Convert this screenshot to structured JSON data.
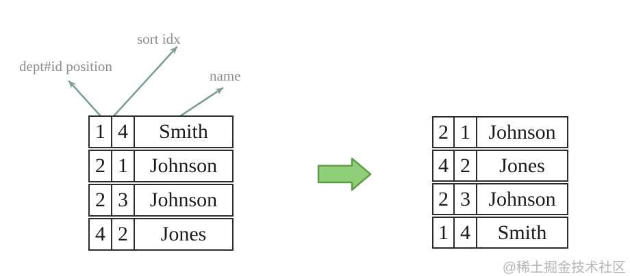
{
  "labels": {
    "dept_position": "dept#id position",
    "sort_idx": "sort idx",
    "name": "name"
  },
  "left_table": {
    "rows": [
      [
        "1",
        "4",
        "Smith"
      ],
      [
        "2",
        "1",
        "Johnson"
      ],
      [
        "2",
        "3",
        "Johnson"
      ],
      [
        "4",
        "2",
        "Jones"
      ]
    ]
  },
  "right_table": {
    "rows": [
      [
        "2",
        "1",
        "Johnson"
      ],
      [
        "4",
        "2",
        "Jones"
      ],
      [
        "2",
        "3",
        "Johnson"
      ],
      [
        "1",
        "4",
        "Smith"
      ]
    ]
  },
  "icons": {
    "transform_arrow": "right-block-arrow",
    "pointer_arrows": "thin-callout-arrow"
  },
  "watermark": "@稀土掘金技术社区",
  "colors": {
    "thin_arrow": "#7d9e93",
    "block_arrow_fill": "#8fcf78",
    "block_arrow_stroke": "#5f9c49",
    "label_text": "#8c8c8c",
    "table_border": "#2b2b2b",
    "table_text": "#1a1a1a",
    "watermark_text": "#b5b5b5",
    "background": "#ffffff"
  }
}
